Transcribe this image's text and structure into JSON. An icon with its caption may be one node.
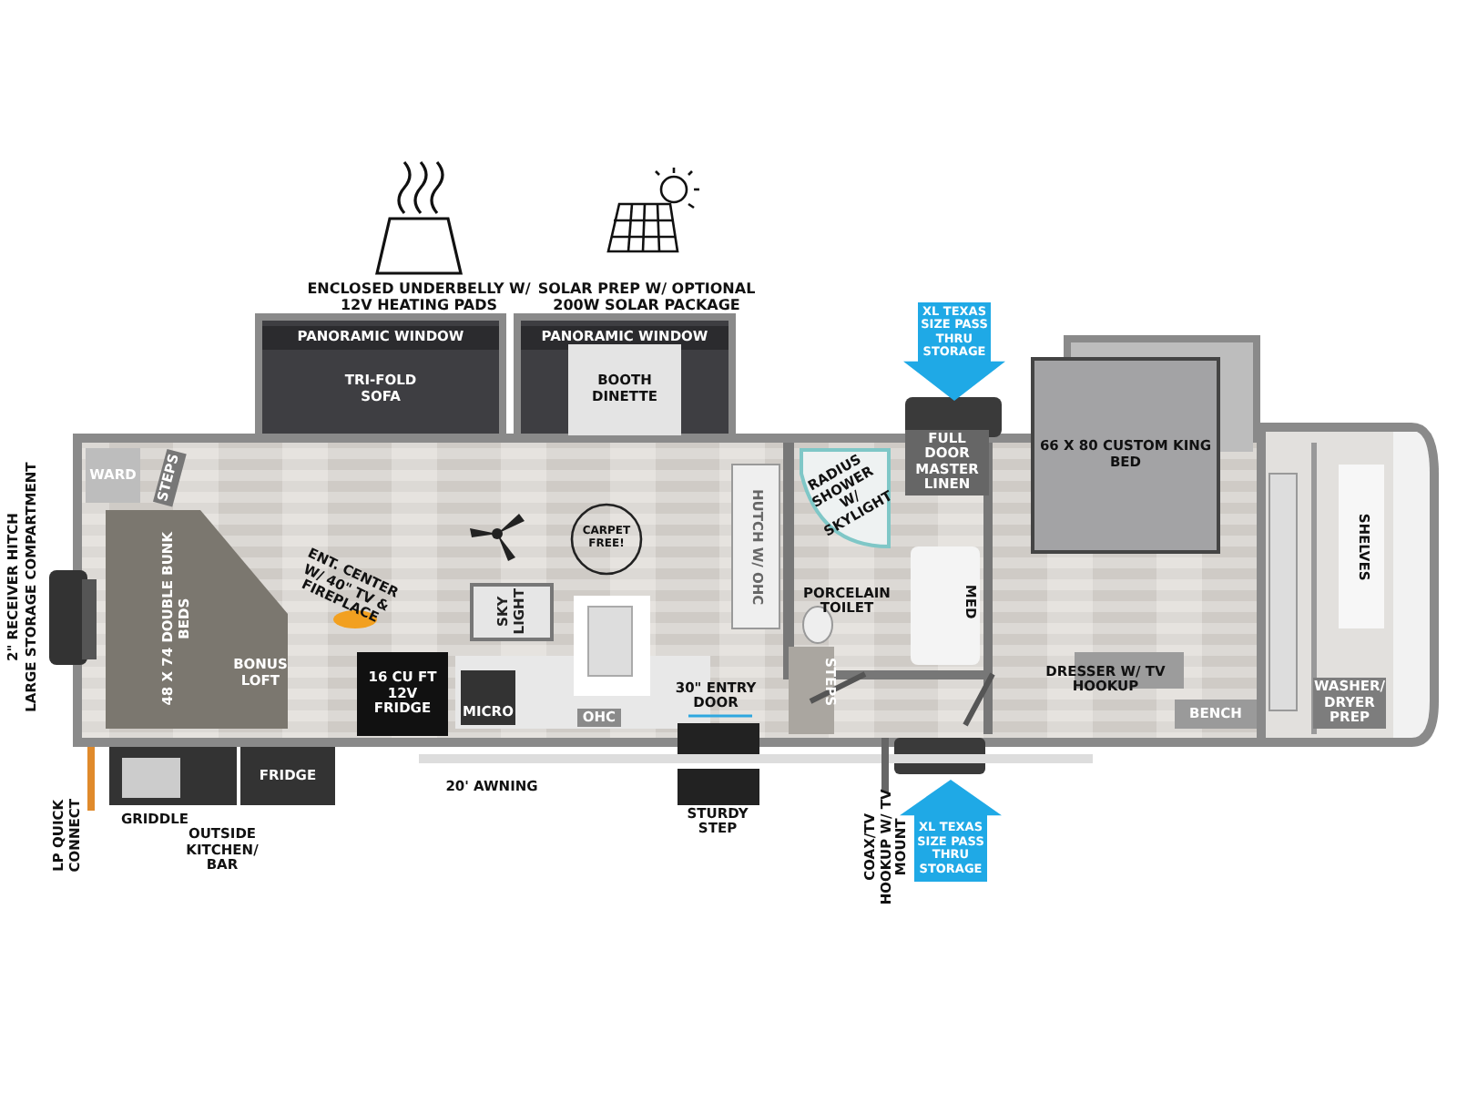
{
  "diagram": {
    "nodes": [
      {
        "text": [
          "PANORAMIC WINDOW",
          "TRI-FOLD SOFA"
        ]
      },
      {
        "text": [
          "PANORAMIC WINDOW",
          "BOOTH DINETTE"
        ]
      },
      {
        "text": [
          "WARD"
        ]
      },
      {
        "text": [
          "48 X 74 DOUBLE BUNK BEDS"
        ]
      },
      {
        "text": [
          "BONUS LOFT"
        ]
      },
      {
        "text": [
          "16 CU FT 12V FRIDGE"
        ]
      },
      {
        "text": [
          "SKY LIGHT"
        ]
      },
      {
        "text": [
          "HUTCH W/ OHC"
        ]
      },
      {
        "text": [
          "XL TEXAS SIZE PASS THRU STORAGE"
        ]
      },
      {
        "text": [
          "66 X 80 CUSTOM KING BED"
        ]
      },
      {
        "text": [
          "BENCH"
        ]
      },
      {
        "text": [
          "FRIDGE"
        ]
      },
      {
        "text": [
          "XL TEXAS SIZE PASS THRU STORAGE"
        ]
      }
    ],
    "labels": [
      "ENCLOSED UNDERBELLY W/ 12V HEATING PADS",
      "SOLAR PREP W/ OPTIONAL 200W SOLAR PACKAGE",
      "2\" RECEIVER HITCH",
      "LARGE STORAGE COMPARTMENT",
      "STEPS",
      "ENT. CENTER W/ 40\" TV & FIREPLACE",
      "CARPET FREE!",
      "RADIUS SHOWER W/ SKYLIGHT",
      "FULL DOOR MASTER LINEN",
      "PORCELAIN TOILET",
      "MED",
      "SHELVES",
      "MICRO",
      "OHC",
      "30\" ENTRY DOOR",
      "STEPS",
      "DRESSER W/ TV HOOKUP",
      "WASHER/ DRYER PREP",
      "20' AWNING",
      "STURDY STEP",
      "LP QUICK CONNECT",
      "GRIDDLE",
      "OUTSIDE KITCHEN/ BAR",
      "COAX/TV HOOKUP W/ TV MOUNT"
    ]
  }
}
